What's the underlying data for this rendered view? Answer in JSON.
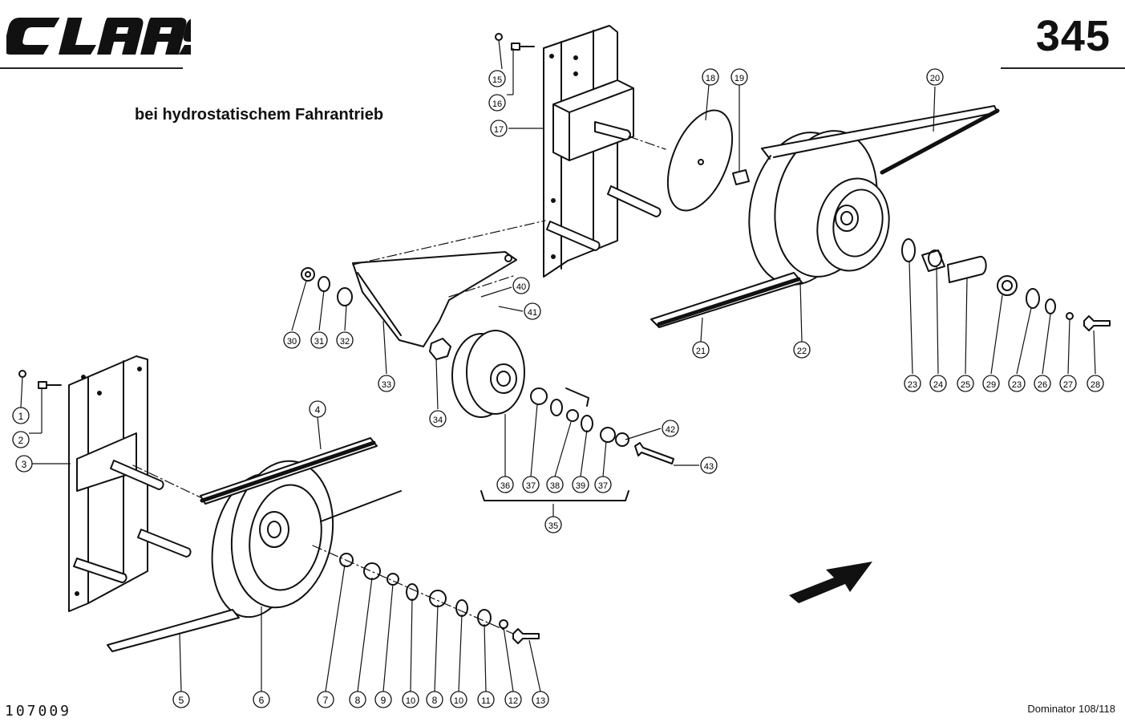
{
  "header": {
    "brand": "CLAAS",
    "page_number": "345"
  },
  "subtitle": "bei hydrostatischem Fahrantrieb",
  "footer": {
    "document_number": "107009",
    "model": "Dominator 108/118"
  },
  "callouts": [
    "1",
    "2",
    "3",
    "4",
    "5",
    "6",
    "7",
    "8",
    "9",
    "10",
    "8",
    "10",
    "11",
    "12",
    "13",
    "15",
    "16",
    "17",
    "18",
    "19",
    "20",
    "21",
    "22",
    "23",
    "24",
    "25",
    "29",
    "23",
    "26",
    "27",
    "28",
    "30",
    "31",
    "32",
    "33",
    "34",
    "36",
    "37",
    "38",
    "39",
    "37",
    "35",
    "40",
    "41",
    "42",
    "43"
  ],
  "colors": {
    "ink": "#111111",
    "paper": "#ffffff"
  }
}
